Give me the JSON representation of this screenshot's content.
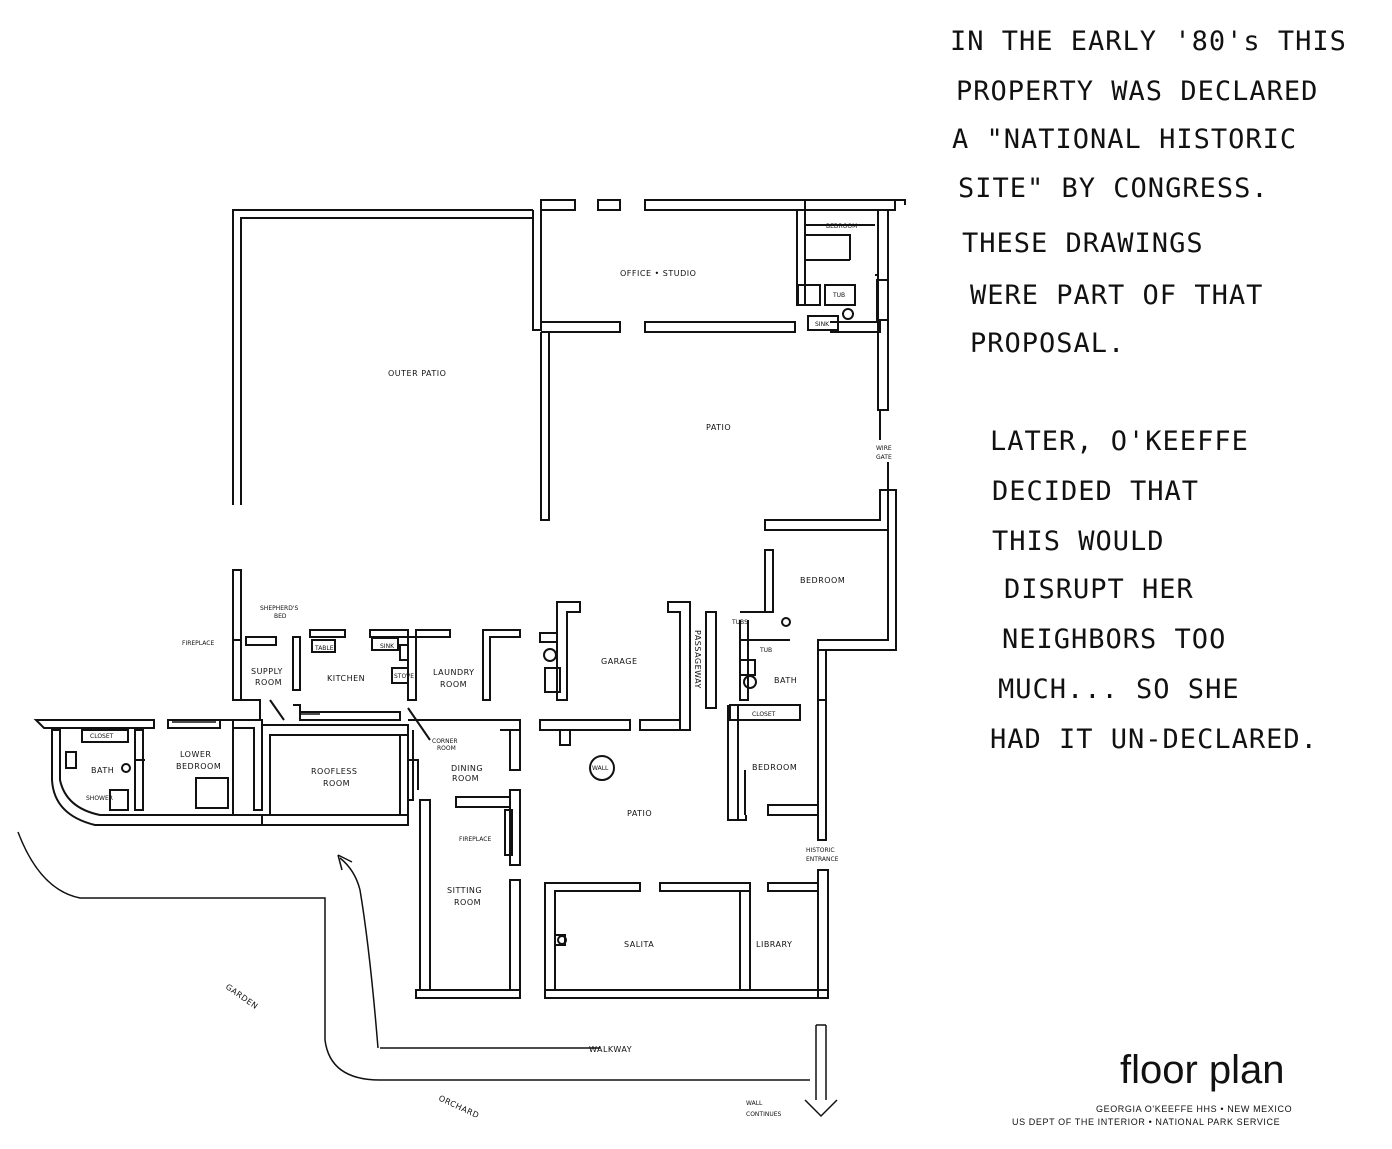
{
  "note_upper": [
    "IN THE EARLY '80's THIS",
    "PROPERTY WAS DECLARED",
    "A \"NATIONAL HISTORIC",
    "SITE\" BY CONGRESS.",
    "THESE DRAWINGS",
    "WERE PART OF THAT",
    "PROPOSAL."
  ],
  "note_lower": [
    "LATER, O'KEEFFE",
    "DECIDED THAT",
    "THIS WOULD",
    "DISRUPT HER",
    "NEIGHBORS TOO",
    "MUCH... SO SHE",
    "HAD IT UN-DECLARED."
  ],
  "title": "floor plan",
  "credit": [
    "GEORGIA O'KEEFFE HHS • NEW MEXICO",
    "US DEPT OF THE INTERIOR • NATIONAL PARK SERVICE"
  ],
  "labels": {
    "outer_patio": "OUTER PATIO",
    "office_studio": "OFFICE • STUDIO",
    "bedroom_ne": "BEDROOM",
    "patio_north": "PATIO",
    "wire_gate": [
      "WIRE",
      "GATE"
    ],
    "bedroom_east": "BEDROOM",
    "tubs": "TUBS",
    "tub": "TUB",
    "bath_east": "BATH",
    "closet_east": "CLOSET",
    "bedroom_se": "BEDROOM",
    "passageway": "PASSAGEWAY",
    "garage": "GARAGE",
    "wall": "WALL",
    "patio_center": "PATIO",
    "historic_entrance": [
      "HISTORIC",
      "ENTRANCE"
    ],
    "salita": "SALITA",
    "library": "LIBRARY",
    "sitting_room": [
      "SITTING",
      "ROOM"
    ],
    "fireplace_sitting": "FIREPLACE",
    "dining_room": [
      "DINING",
      "ROOM"
    ],
    "corner_room": [
      "CORNER",
      "ROOM"
    ],
    "laundry_room": [
      "LAUNDRY",
      "ROOM"
    ],
    "kitchen": "KITCHEN",
    "sink": "SINK",
    "shepherds_bed": [
      "SHEPHERD'S",
      "BED"
    ],
    "fireplace_west": "FIREPLACE",
    "pantry_room": [
      "SUPPLY",
      "ROOM"
    ],
    "rooftless_room": [
      "ROOFLESS",
      "ROOM"
    ],
    "lower_bedroom": [
      "LOWER",
      "BEDROOM"
    ],
    "closet_west": "CLOSET",
    "bath_west": "BATH",
    "shower": "SHOWER",
    "garden": "GARDEN",
    "walkway": "WALKWAY",
    "orchard": "ORCHARD",
    "wall_continues": [
      "WALL",
      "CONTINUES"
    ],
    "table": "TABLE",
    "sink2": "SINK",
    "stove": "STOVE"
  }
}
